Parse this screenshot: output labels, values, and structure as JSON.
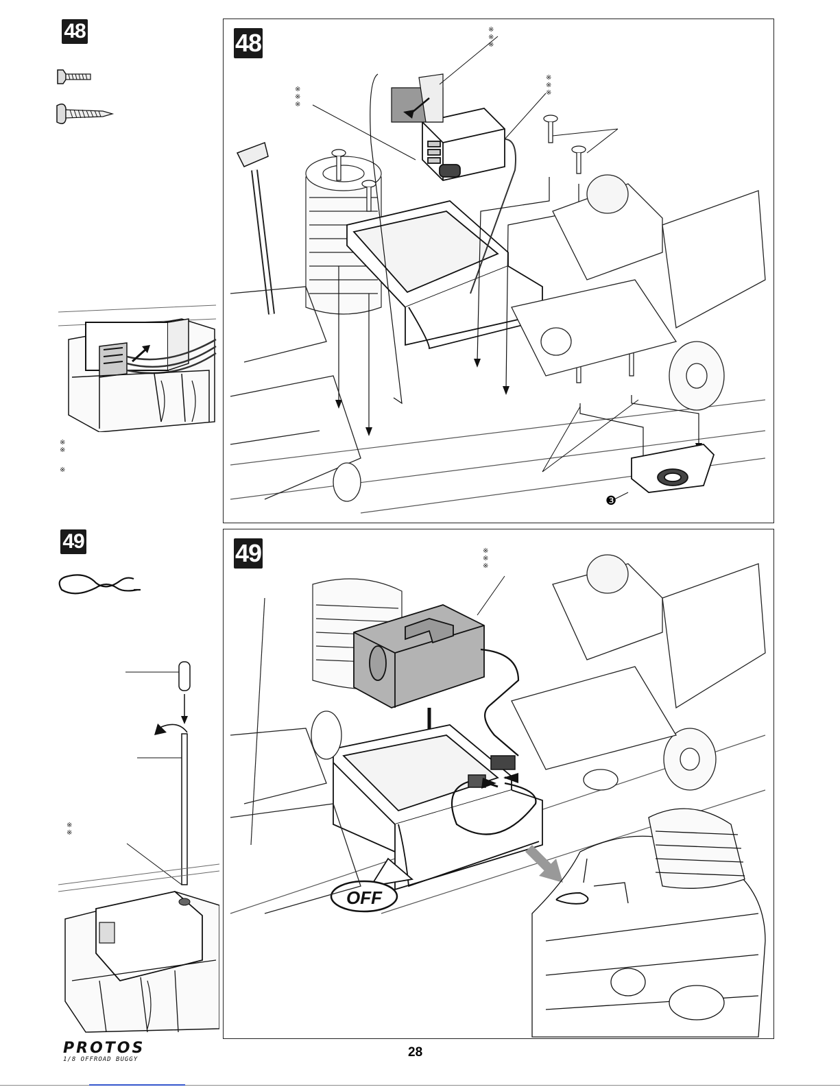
{
  "steps": {
    "s48": {
      "number": "48",
      "marker_left": "※\n※",
      "marker_left_single": "※",
      "marker_top": "※\n※\n※",
      "marker_receiver": "※\n※\n※",
      "marker_antenna": "※\n※\n※",
      "part_number": "❸"
    },
    "s49": {
      "number": "49",
      "marker_pack": "※\n※\n※",
      "marker_left": "※\n※",
      "switch_label": "OFF"
    }
  },
  "footer": {
    "brand": "PROTOS",
    "brand_sub": "1/8 OFFROAD BUGGY",
    "page_number": "28"
  }
}
